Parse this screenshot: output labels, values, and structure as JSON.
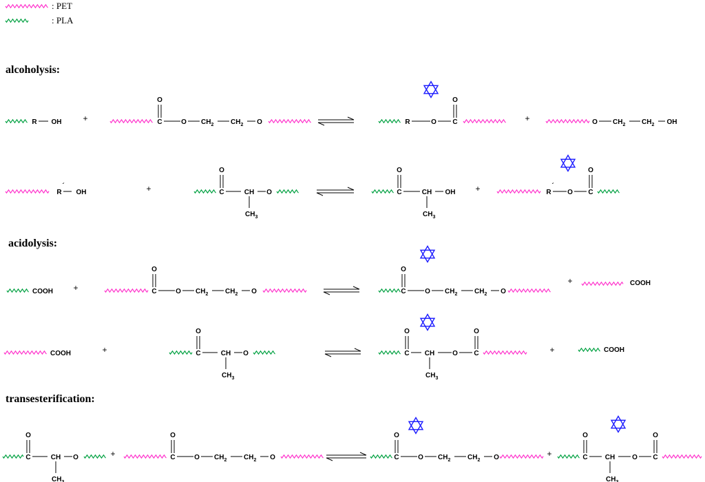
{
  "legend": {
    "pet_label": ": PET",
    "pla_label": ": PLA"
  },
  "sections": {
    "alcoholysis": "alcoholysis:",
    "acidolysis": "acidolysis:",
    "transesterification": "transesterification:"
  },
  "atoms": {
    "R": "R",
    "R_prime": "R",
    "OH": "OH",
    "O": "O",
    "C": "C",
    "CH": "CH",
    "CH2": "CH",
    "CH2_sub": "2",
    "CH3": "CH",
    "CH3_sub": "3",
    "COOH": "COOH",
    "plus": "+",
    "prime": "´"
  },
  "colors": {
    "pet": "#ff33cc",
    "pla": "#00a040",
    "star": "#1a1aff",
    "text": "#000000"
  },
  "icons": {
    "modified_site_marker": "six-pointed-star-icon",
    "equilibrium": "equilibrium-arrows-icon"
  }
}
